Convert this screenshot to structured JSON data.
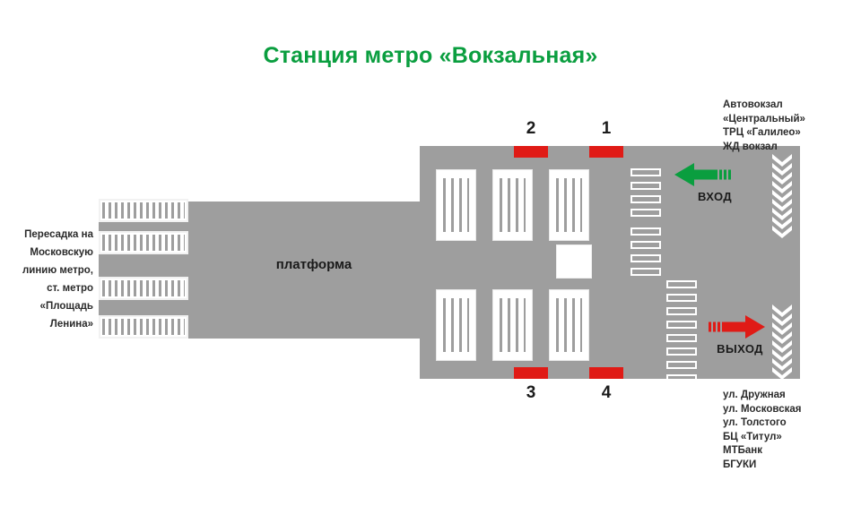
{
  "page": {
    "title": "Станция метро «Вокзальная»",
    "title_color": "#0a9e3f",
    "background": "#ffffff"
  },
  "colors": {
    "hall_fill": "#9e9e9e",
    "door_red": "#e01b16",
    "entrance_arrow": "#0a9e3f",
    "exit_arrow": "#e01b16",
    "stair_white": "#ffffff"
  },
  "map": {
    "platform_label": "платформа",
    "left_transfer_note": "Пересадка на\nМосковскую\nлинию метро,\nст. метро\n«Площадь\nЛенина»",
    "top_right_note": "Автовокзал\n«Центральный»\nТРЦ «Галилео»\nЖД вокзал",
    "bottom_right_note": "ул. Дружная\nул. Московская\nул. Толстого\nБЦ «Титул»\nМТБанк\nБГУКИ",
    "entrance": {
      "label": "ВХОД",
      "direction": "left",
      "color": "#0a9e3f"
    },
    "exit": {
      "label": "ВЫХОД",
      "direction": "right",
      "color": "#e01b16"
    },
    "door_markers": [
      {
        "number": "2",
        "position": "top-left"
      },
      {
        "number": "1",
        "position": "top-right"
      },
      {
        "number": "3",
        "position": "bottom-left"
      },
      {
        "number": "4",
        "position": "bottom-right"
      }
    ],
    "stair_blocks_count": 6,
    "left_stair_bars_count": 4,
    "turnstile_groups": [
      {
        "id": "entrance-upper",
        "count": 4
      },
      {
        "id": "entrance-lower",
        "count": 4
      },
      {
        "id": "exit-upper",
        "count": 4
      },
      {
        "id": "exit-lower",
        "count": 4
      }
    ],
    "escalators": [
      {
        "id": "escalator-top",
        "glyph": "chevron-down"
      },
      {
        "id": "escalator-bottom",
        "glyph": "chevron-down"
      }
    ]
  }
}
